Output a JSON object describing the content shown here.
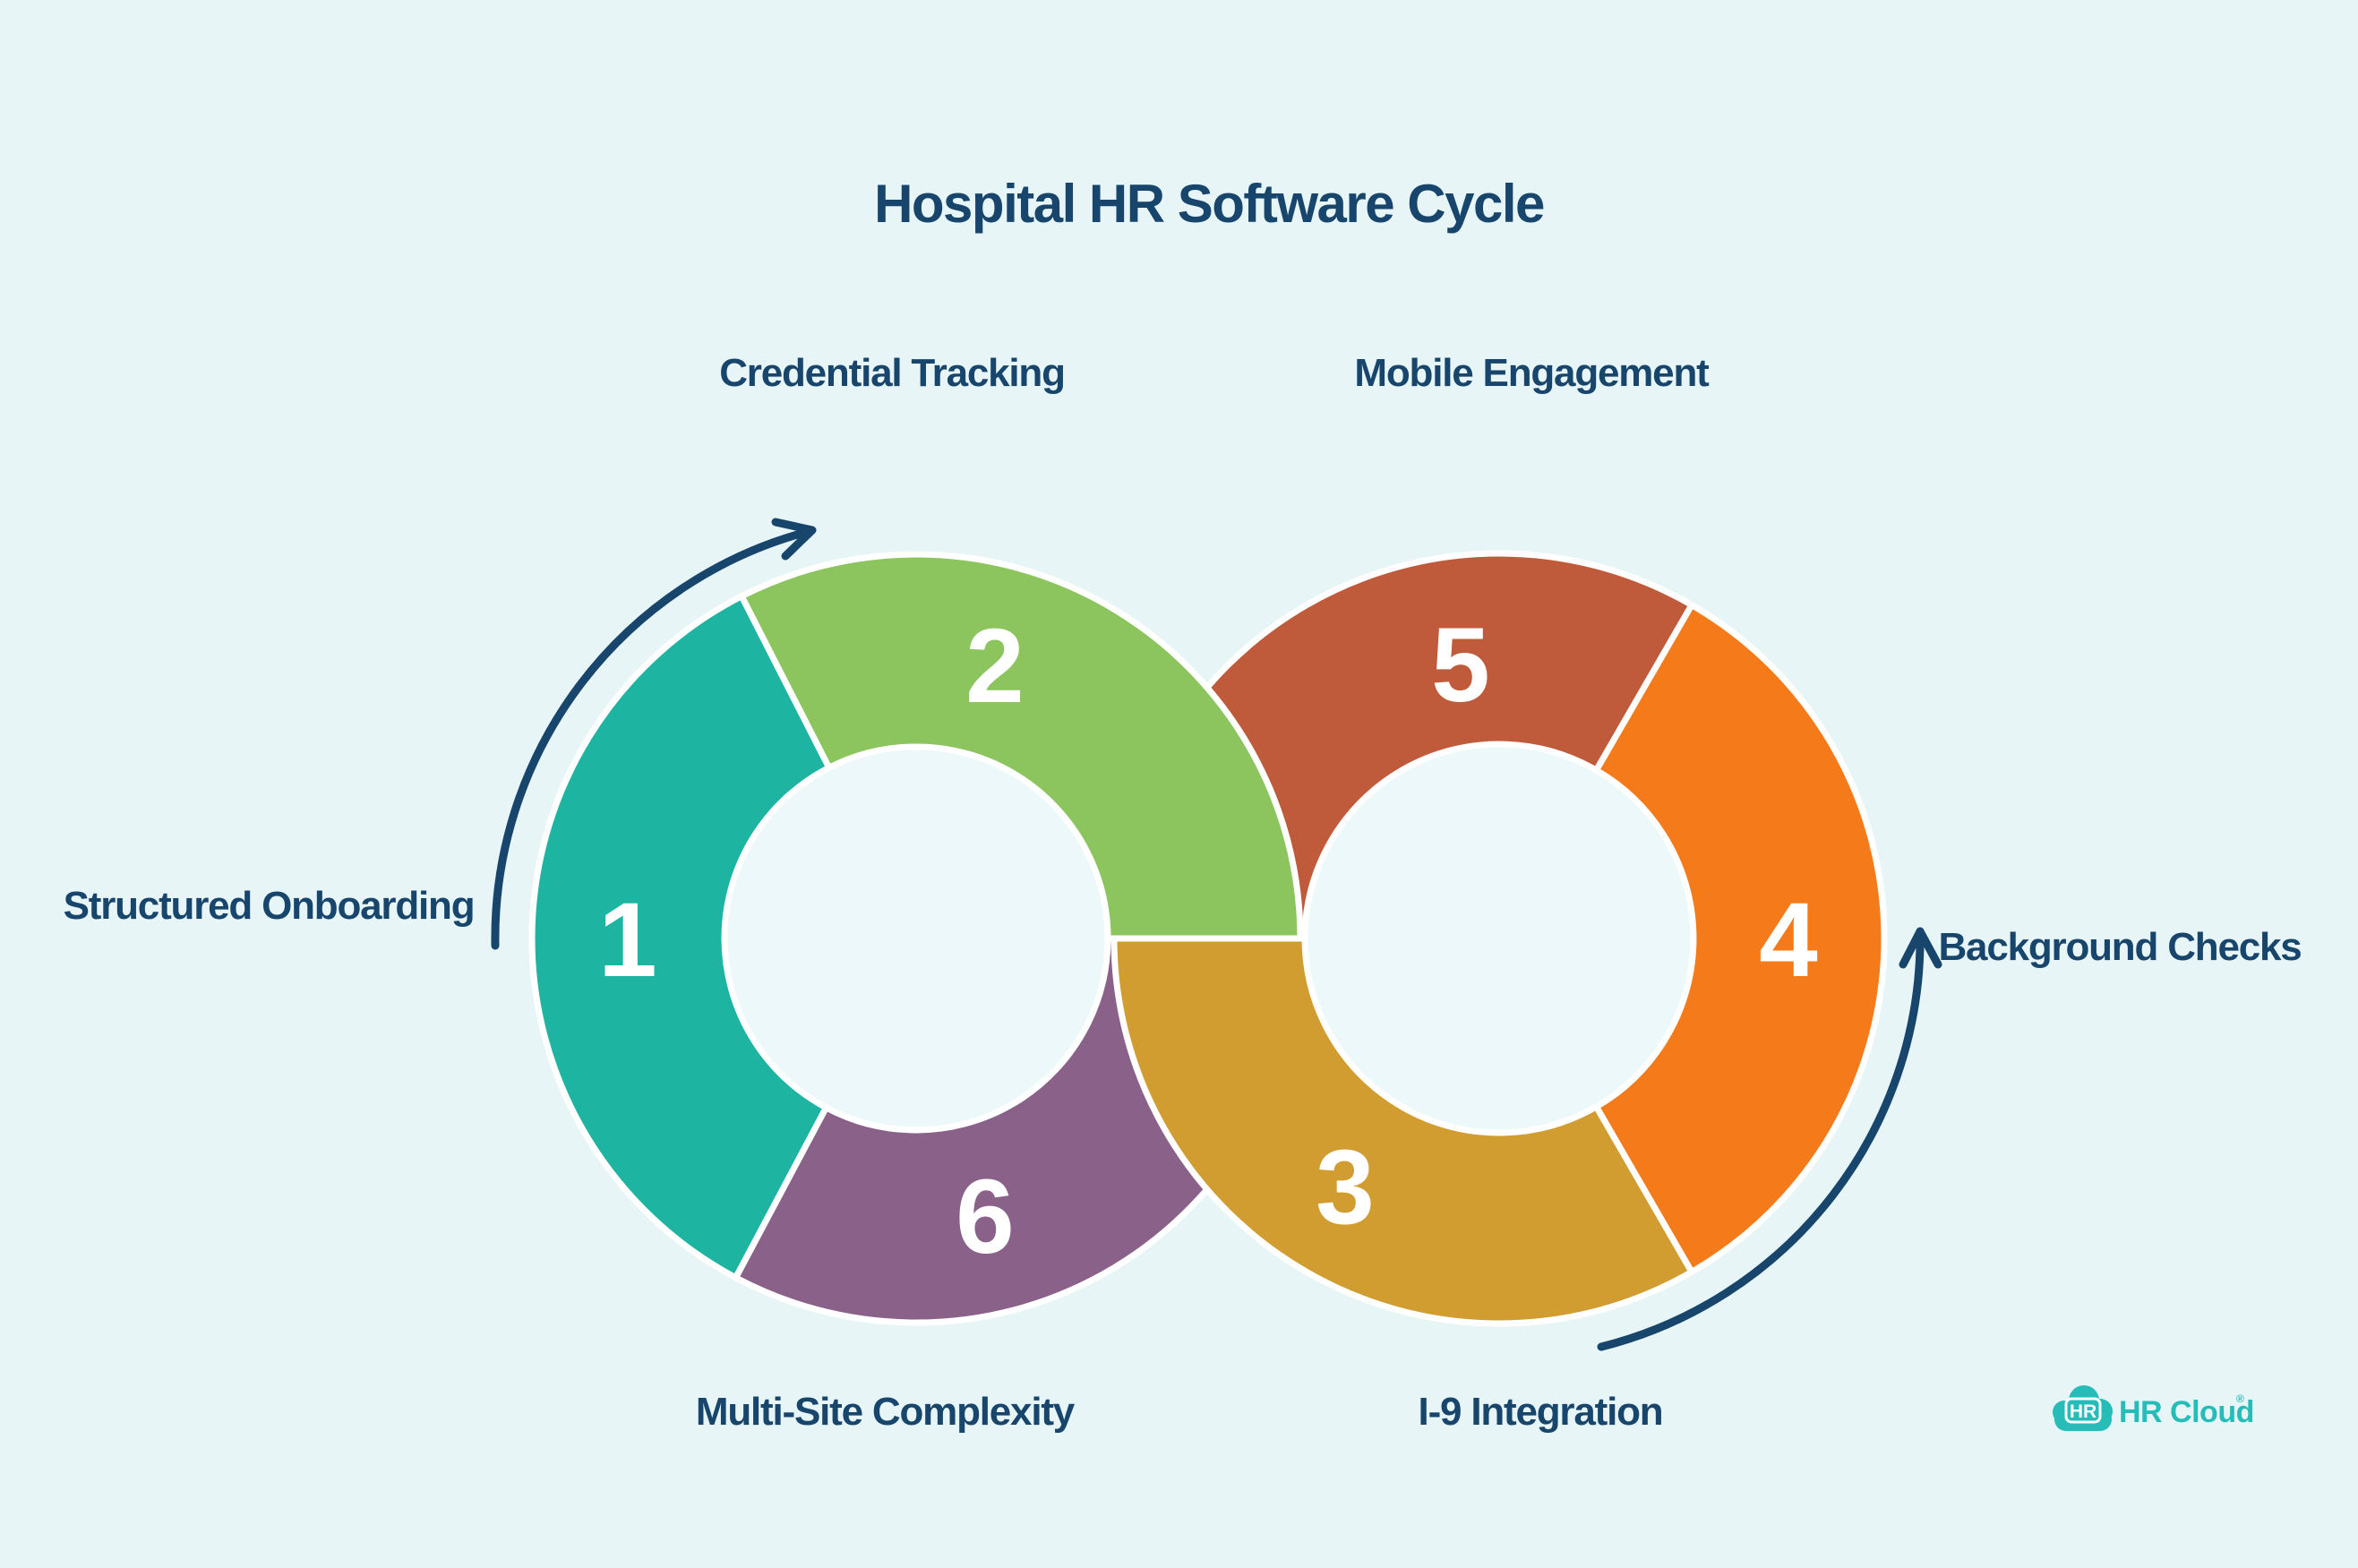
{
  "title": "Hospital HR Software Cycle",
  "steps": [
    {
      "number": "1",
      "label": "Structured Onboarding",
      "color": "#1db4a1"
    },
    {
      "number": "2",
      "label": "Credential Tracking",
      "color": "#8cc45e"
    },
    {
      "number": "3",
      "label": "I-9 Integration",
      "color": "#d19d30"
    },
    {
      "number": "4",
      "label": "Background Checks",
      "color": "#f57b1a"
    },
    {
      "number": "5",
      "label": "Mobile Engagement",
      "color": "#bf5a3a"
    },
    {
      "number": "6",
      "label": "Multi-Site Complexity",
      "color": "#8a6189"
    }
  ],
  "colors": {
    "background": "#e7f5f7",
    "ring_hole": "#ecf8fa",
    "segment_gap": "#ffffff",
    "text_navy": "#17456b",
    "arrow_navy": "#17456b",
    "number_text": "#ffffff",
    "logo_teal": "#26bdb8"
  },
  "logo": {
    "badge_text": "HR",
    "wordmark": "HR Cloud",
    "registered_mark": "®"
  }
}
